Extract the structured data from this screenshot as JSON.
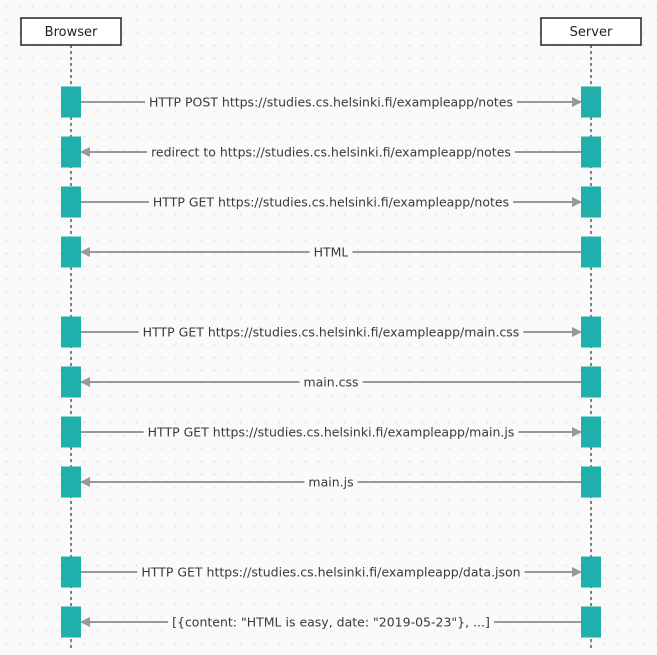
{
  "actors": {
    "browser": "Browser",
    "server": "Server"
  },
  "colors": {
    "activation": "#20b0ab",
    "arrow": "#999999",
    "background": "#fafafa"
  },
  "messages": [
    {
      "label": "HTTP POST https://studies.cs.helsinki.fi/exampleapp/notes",
      "direction": "to-server"
    },
    {
      "label": "redirect to https://studies.cs.helsinki.fi/exampleapp/notes",
      "direction": "to-browser"
    },
    {
      "label": "HTTP GET https://studies.cs.helsinki.fi/exampleapp/notes",
      "direction": "to-server"
    },
    {
      "label": "HTML",
      "direction": "to-browser"
    },
    {
      "label": "HTTP GET https://studies.cs.helsinki.fi/exampleapp/main.css",
      "direction": "to-server"
    },
    {
      "label": "main.css",
      "direction": "to-browser"
    },
    {
      "label": "HTTP GET https://studies.cs.helsinki.fi/exampleapp/main.js",
      "direction": "to-server"
    },
    {
      "label": "main.js",
      "direction": "to-browser"
    },
    {
      "label": "HTTP GET https://studies.cs.helsinki.fi/exampleapp/data.json",
      "direction": "to-server"
    },
    {
      "label": "[{content: \"HTML is easy, date: \"2019-05-23\"}, ...]",
      "direction": "to-browser"
    }
  ]
}
